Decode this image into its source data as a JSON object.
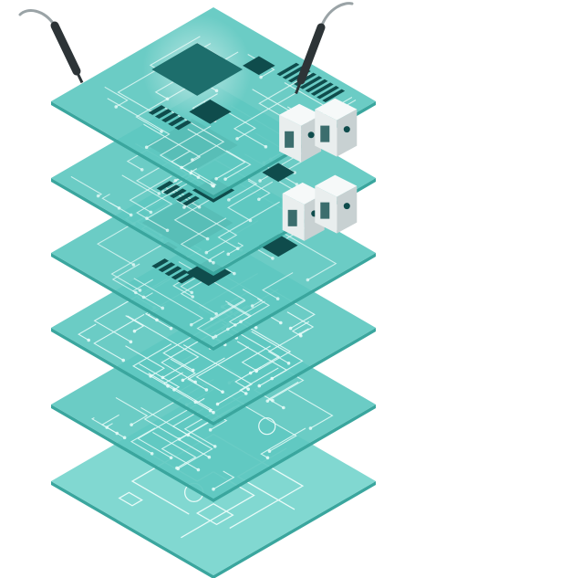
{
  "illustration": {
    "subject": "exploded-pcb-layer-stack",
    "layer_count": 6,
    "layers": [
      {
        "name": "schematic-layer"
      },
      {
        "name": "routing-layer"
      },
      {
        "name": "trace-layer"
      },
      {
        "name": "component-layer-1"
      },
      {
        "name": "component-layer-2"
      },
      {
        "name": "top-component-layer"
      }
    ],
    "probe_count": 2,
    "colors": {
      "board": "#5ec8c0",
      "board_light": "#7ad6cf",
      "board_edge": "#3aa69e",
      "trace": "#e8fbf8",
      "chip": "#0f4c4c",
      "chip_glow": "#1d6e6c",
      "connector": "#e9eeee",
      "connector_shade": "#c8d1d2",
      "probe": "#2d3437",
      "cable": "#9aa3a6",
      "background": "#ffffff"
    }
  }
}
